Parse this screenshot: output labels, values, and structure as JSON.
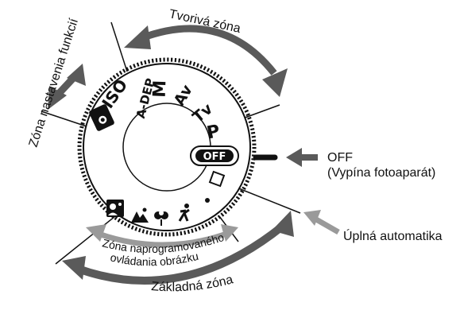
{
  "labels": {
    "creative_zone": "Tvorivá zóna",
    "function_zone": "Zóna nastavenia funkcií",
    "off_line1": "OFF",
    "off_line2": "(Vypína fotoaparát)",
    "full_auto": "Úplná automatika",
    "programmed_zone_line1": "Zóna naprogramovaného",
    "programmed_zone_line2": "ovládania obrázku",
    "basic_zone": "Základná zóna"
  },
  "dial": {
    "modes": [
      "ISO",
      "A-DEP",
      "M",
      "Av",
      "Tv",
      "P"
    ],
    "off_label": "OFF"
  },
  "colors": {
    "arrow_dark": "#5a5a5a",
    "arrow_light": "#9a9a9a",
    "ink": "#111111",
    "paper": "#ffffff"
  }
}
